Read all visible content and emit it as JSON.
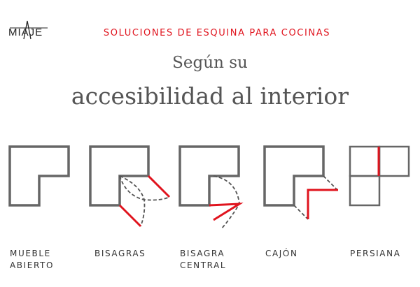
{
  "logo": {
    "text": "MIAJE"
  },
  "header": {
    "title": "SOLUCIONES DE ESQUINA PARA COCINAS"
  },
  "subtitle": {
    "line1": "Según su",
    "line2": "accesibilidad al interior"
  },
  "colors": {
    "accent": "#e0141e",
    "outline": "#666666",
    "text": "#333333"
  },
  "options": [
    {
      "line1": "MUEBLE",
      "line2": "ABIERTO"
    },
    {
      "line1": "BISAGRAS",
      "line2": ""
    },
    {
      "line1": "BISAGRA",
      "line2": "CENTRAL"
    },
    {
      "line1": "CAJÓN",
      "line2": ""
    },
    {
      "line1": "PERSIANA",
      "line2": ""
    }
  ]
}
